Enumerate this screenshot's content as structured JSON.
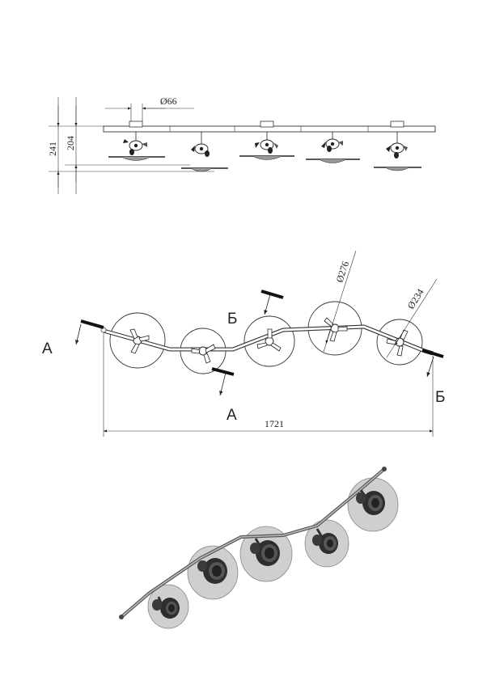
{
  "front_view": {
    "dim_diameter_base": "Ø66",
    "dim_height_total": "241",
    "dim_height_lamps": "204"
  },
  "top_view": {
    "section_a_left": "А",
    "section_a_bottom": "А",
    "section_b_top": "Б",
    "section_b_right": "Б",
    "dim_diameter_large": "Ø276",
    "dim_diameter_small": "Ø234",
    "dim_length": "1721"
  },
  "colors": {
    "line": "#222222",
    "shade_gray": "#c8c8c8",
    "lamp_dark": "#2e2e2e"
  }
}
